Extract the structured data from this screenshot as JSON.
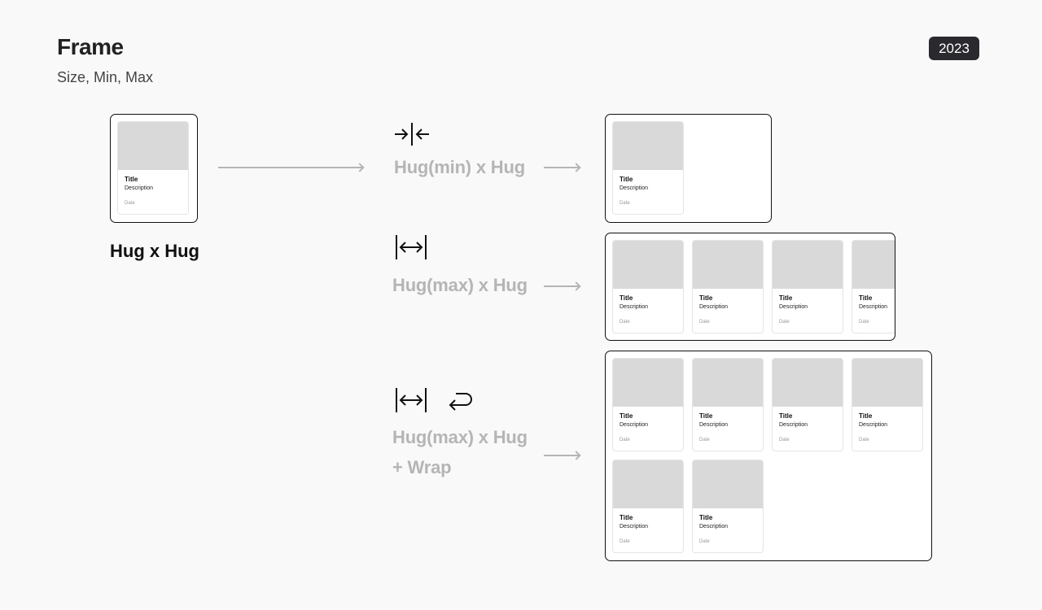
{
  "header": {
    "title": "Frame",
    "subtitle": "Size, Min, Max",
    "year": "2023"
  },
  "card": {
    "title": "Title",
    "description": "Description",
    "date": "Date"
  },
  "left_example": {
    "label": "Hug x Hug"
  },
  "modes": [
    {
      "label": "Hug(min) x Hug",
      "icon": "shrink-horizontal-icon"
    },
    {
      "label": "Hug(max) x Hug",
      "icon": "expand-horizontal-icon"
    },
    {
      "label": "Hug(max) x Hug",
      "label2": "+ Wrap",
      "icon": "expand-horizontal-icon",
      "icon2": "wrap-return-icon"
    }
  ],
  "colors": {
    "accent_dark": "#2a2a2e",
    "muted_gray": "#b5b5b5",
    "placeholder": "#d9d9d9"
  }
}
